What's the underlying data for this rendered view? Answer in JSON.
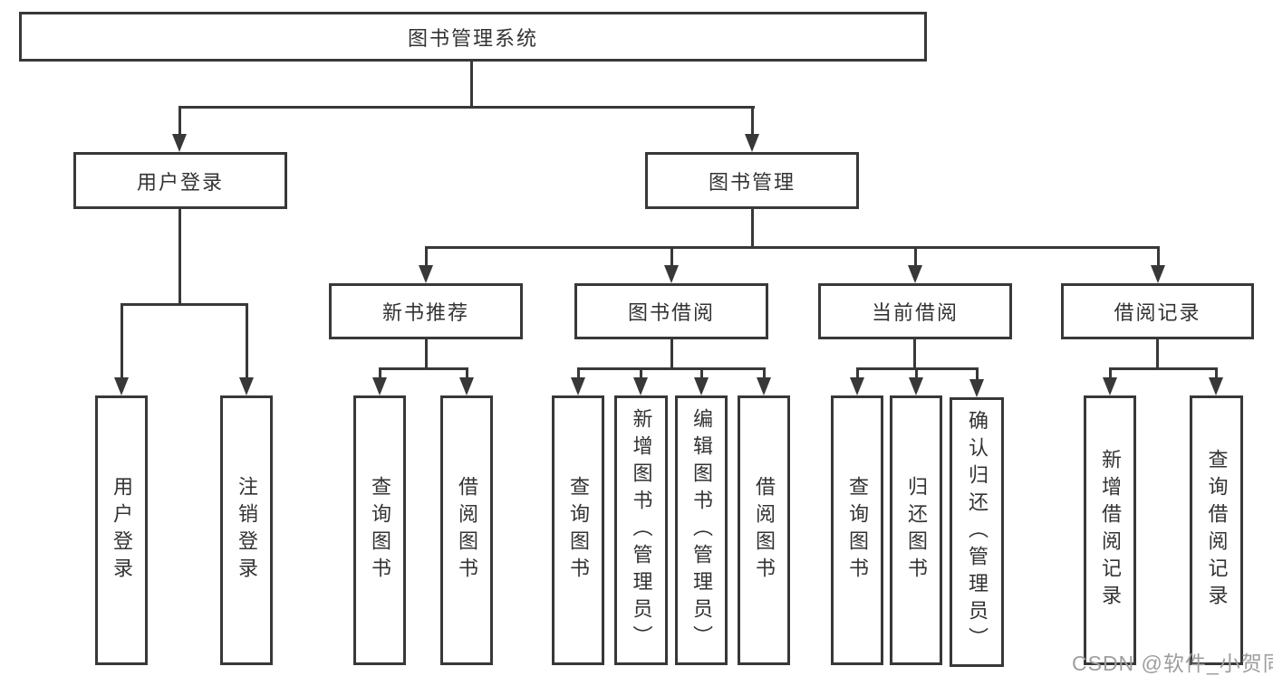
{
  "diagram": {
    "root": {
      "label": "图书管理系统"
    },
    "branches": [
      {
        "label": "用户登录",
        "children": [
          {
            "label": "用户登录"
          },
          {
            "label": "注销登录"
          }
        ]
      },
      {
        "label": "图书管理",
        "children": [
          {
            "label": "新书推荐",
            "children": [
              {
                "label": "查询图书"
              },
              {
                "label": "借阅图书"
              }
            ]
          },
          {
            "label": "图书借阅",
            "children": [
              {
                "label": "查询图书"
              },
              {
                "label": "新增图书（管理员）"
              },
              {
                "label": "编辑图书（管理员）"
              },
              {
                "label": "借阅图书"
              }
            ]
          },
          {
            "label": "当前借阅",
            "children": [
              {
                "label": "查询图书"
              },
              {
                "label": "归还图书"
              },
              {
                "label": "确认归还（管理员）"
              }
            ]
          },
          {
            "label": "借阅记录",
            "children": [
              {
                "label": "新增借阅记录"
              },
              {
                "label": "查询借阅记录"
              }
            ]
          }
        ]
      }
    ]
  },
  "watermark": "CSDN @软件_小贺同学",
  "colors": {
    "line": "#383838",
    "text": "#333333",
    "watermark": "#9e9e9e",
    "background": "#ffffff"
  }
}
